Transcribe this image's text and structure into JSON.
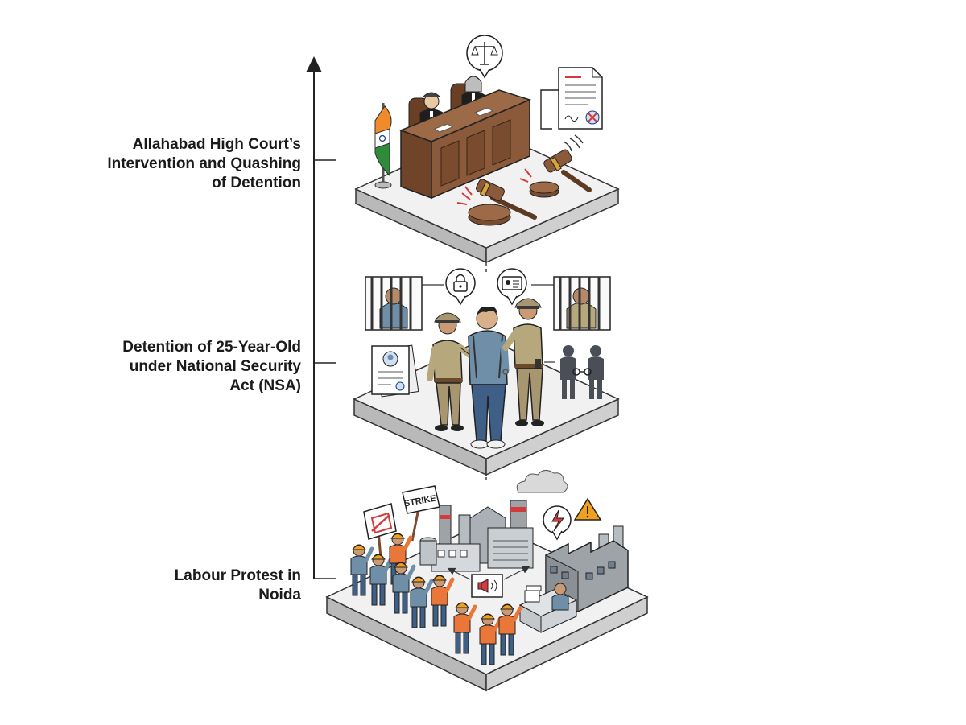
{
  "stages": [
    {
      "id": "court",
      "lines": [
        "Allahabad High Court’s",
        "Intervention and Quashing",
        "of Detention"
      ]
    },
    {
      "id": "detention",
      "lines": [
        "Detention of 25-Year-Old",
        "under National Security",
        "Act (NSA)"
      ]
    },
    {
      "id": "protest",
      "lines": [
        "Labour Protest in",
        "Noida"
      ]
    }
  ],
  "signs": {
    "strike": "STRIKE"
  },
  "colors": {
    "wood": "#8a5a3a",
    "wood_dark": "#5e3a22",
    "platform": "#f1f1f1",
    "platform_side": "#b9b9b9",
    "khaki": "#b7a77c",
    "shirt_blue": "#6f8fa8",
    "jeans": "#3f5f86",
    "hardhat": "#f0a020",
    "worker_shirt": "#e9773a",
    "accent_red": "#d23b3b",
    "outline": "#222222"
  },
  "icons": [
    "scales-of-justice-icon",
    "document-icon",
    "gavel-icon",
    "india-flag-icon",
    "lock-icon",
    "id-card-icon",
    "megaphone-icon",
    "lightning-icon",
    "warning-icon",
    "smoke-icon"
  ]
}
